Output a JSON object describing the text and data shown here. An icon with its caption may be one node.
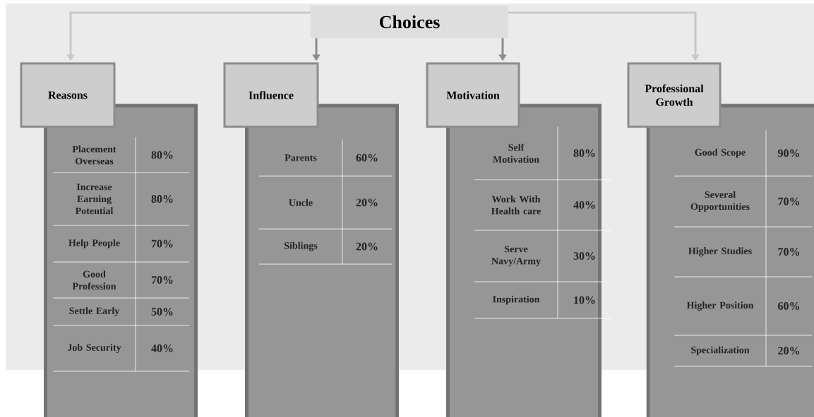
{
  "diagram": {
    "nodes": [
      {
        "text": [
          "Choices"
        ]
      },
      {
        "text": [
          "Reasons"
        ]
      },
      {
        "text": [
          "Placement Overseas",
          "80%",
          "Increase Earning Potential",
          "80%",
          "Help People",
          "70%",
          "Good Profession",
          "70%",
          "Settle Early",
          "50%",
          "Job Security",
          "40%"
        ]
      },
      {
        "text": [
          "Influence"
        ]
      },
      {
        "text": [
          "Parents",
          "60%",
          "Uncle",
          "20%",
          "Siblings",
          "20%"
        ]
      },
      {
        "text": [
          "Motivation"
        ]
      },
      {
        "text": [
          "Self Motivation",
          "80%",
          "Work With Health care",
          "40%",
          "Serve Navy/Army",
          "30%",
          "Inspiration",
          "10%"
        ]
      },
      {
        "text": [
          "Professional Growth"
        ]
      },
      {
        "text": [
          "Good Scope",
          "90%",
          "Several Opportunities",
          "70%",
          "Higher Studies",
          "70%",
          "Higher Position",
          "60%",
          "Specialization",
          "20%"
        ]
      }
    ],
    "edges": [
      {
        "from": 0,
        "to": 1,
        "arrow": "to",
        "color": "#c8c8c8"
      },
      {
        "from": 0,
        "to": 3,
        "arrow": "to"
      },
      {
        "from": 0,
        "to": 5,
        "arrow": "to"
      },
      {
        "from": 0,
        "to": 7,
        "arrow": "to",
        "color": "#c8c8c8"
      }
    ]
  }
}
